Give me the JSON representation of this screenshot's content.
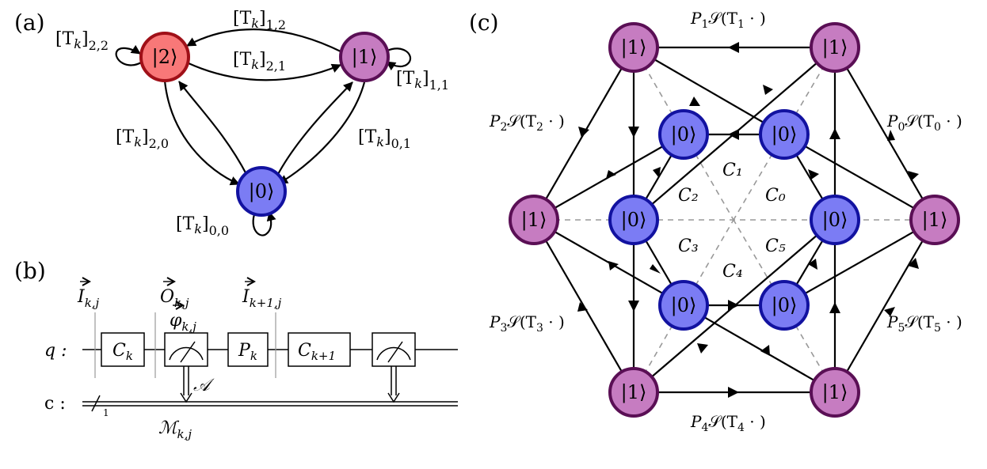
{
  "panels": {
    "a": "(a)",
    "b": "(b)",
    "c": "(c)"
  },
  "colors": {
    "red_fill": "#f87878",
    "red_stroke": "#a01018",
    "purple_fill": "#c67cc1",
    "purple_stroke": "#5a0f55",
    "blue_fill": "#7b7cf4",
    "blue_stroke": "#1212a0",
    "dashed": "#999999"
  },
  "panel_a": {
    "states": {
      "two": "|2⟩",
      "one": "|1⟩",
      "zero": "|0⟩"
    },
    "transitions": {
      "t22": {
        "m": "[T",
        "s": "k",
        "e": "]",
        "i": "2,2"
      },
      "t12": {
        "m": "[T",
        "s": "k",
        "e": "]",
        "i": "1,2"
      },
      "t21": {
        "m": "[T",
        "s": "k",
        "e": "]",
        "i": "2,1"
      },
      "t11": {
        "m": "[T",
        "s": "k",
        "e": "]",
        "i": "1,1"
      },
      "t20": {
        "m": "[T",
        "s": "k",
        "e": "]",
        "i": "2,0"
      },
      "t01": {
        "m": "[T",
        "s": "k",
        "e": "]",
        "i": "0,1"
      },
      "t00": {
        "m": "[T",
        "s": "k",
        "e": "]",
        "i": "0,0"
      }
    }
  },
  "panel_b": {
    "q_label": "q :",
    "c_label": "c :",
    "bus_width": "1",
    "gate_ck": {
      "m": "C",
      "s": "k"
    },
    "gate_pk": {
      "m": "P",
      "s": "k"
    },
    "gate_ck1": {
      "m": "C",
      "s": "k+1"
    },
    "label_I": {
      "m": "I",
      "s": "k,j"
    },
    "label_O": {
      "m": "O",
      "s": "k,j"
    },
    "label_phi": {
      "m": "φ",
      "s": "k,j"
    },
    "label_I1": {
      "m": "I",
      "s": "k+1,j"
    },
    "label_A": "𝒜",
    "label_M": {
      "m": "ℳ",
      "s": "k,j"
    }
  },
  "panel_c": {
    "outer_state": "|1⟩",
    "inner_state": "|0⟩",
    "cells": [
      "C₀",
      "C₁",
      "C₂",
      "C₃",
      "C₄",
      "C₅"
    ],
    "maps": {
      "p1": {
        "p": "P",
        "ps": "1",
        "t": "𝒮(T",
        "ts": "1",
        "e": " · )"
      },
      "p0": {
        "p": "P",
        "ps": "0",
        "t": "𝒮(T",
        "ts": "0",
        "e": " · )"
      },
      "p2": {
        "p": "P",
        "ps": "2",
        "t": "𝒮(T",
        "ts": "2",
        "e": " · )"
      },
      "p3": {
        "p": "P",
        "ps": "3",
        "t": "𝒮(T",
        "ts": "3",
        "e": " · )"
      },
      "p5": {
        "p": "P",
        "ps": "5",
        "t": "𝒮(T",
        "ts": "5",
        "e": " · )"
      },
      "p4": {
        "p": "P",
        "ps": "4",
        "t": "𝒮(T",
        "ts": "4",
        "e": " · )"
      }
    }
  }
}
